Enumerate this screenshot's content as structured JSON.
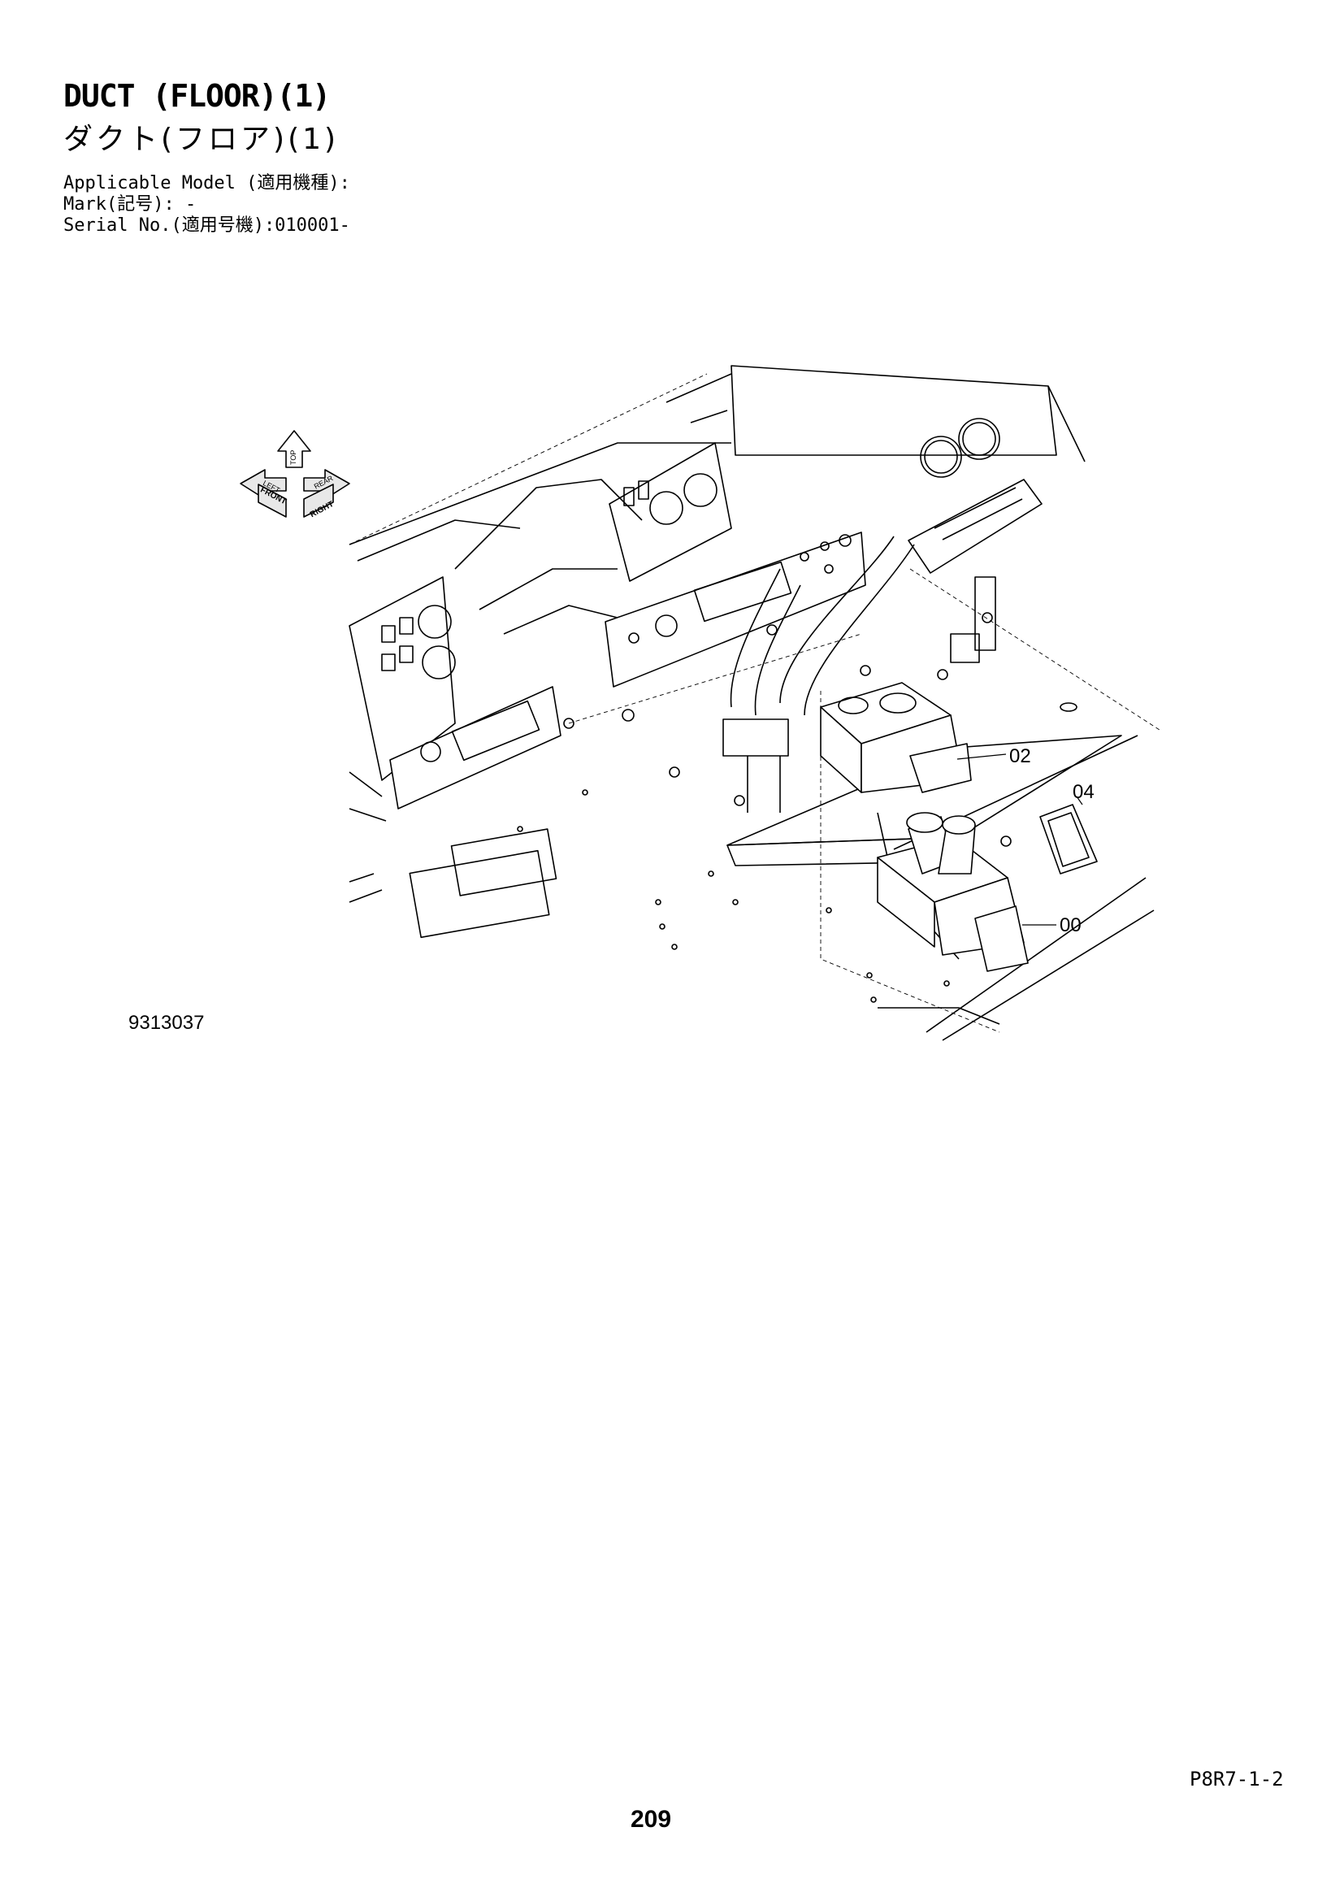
{
  "header": {
    "title_en": "DUCT (FLOOR)(1)",
    "title_jp": "ダクト(フロア)(1)",
    "applicable_model": "Applicable Model (適用機種):",
    "mark": "Mark(記号): -",
    "serial_no": "Serial No.(適用号機):010001-"
  },
  "orientation": {
    "top": "TOP",
    "front": "FRONT",
    "right": "RIGHT",
    "left": "LEFT",
    "rear": "REAR"
  },
  "callouts": {
    "c00": "00",
    "c02": "02",
    "c04": "04"
  },
  "figure_number": "9313037",
  "footer": {
    "doc_code": "P8R7-1-2",
    "page_number": "209"
  }
}
